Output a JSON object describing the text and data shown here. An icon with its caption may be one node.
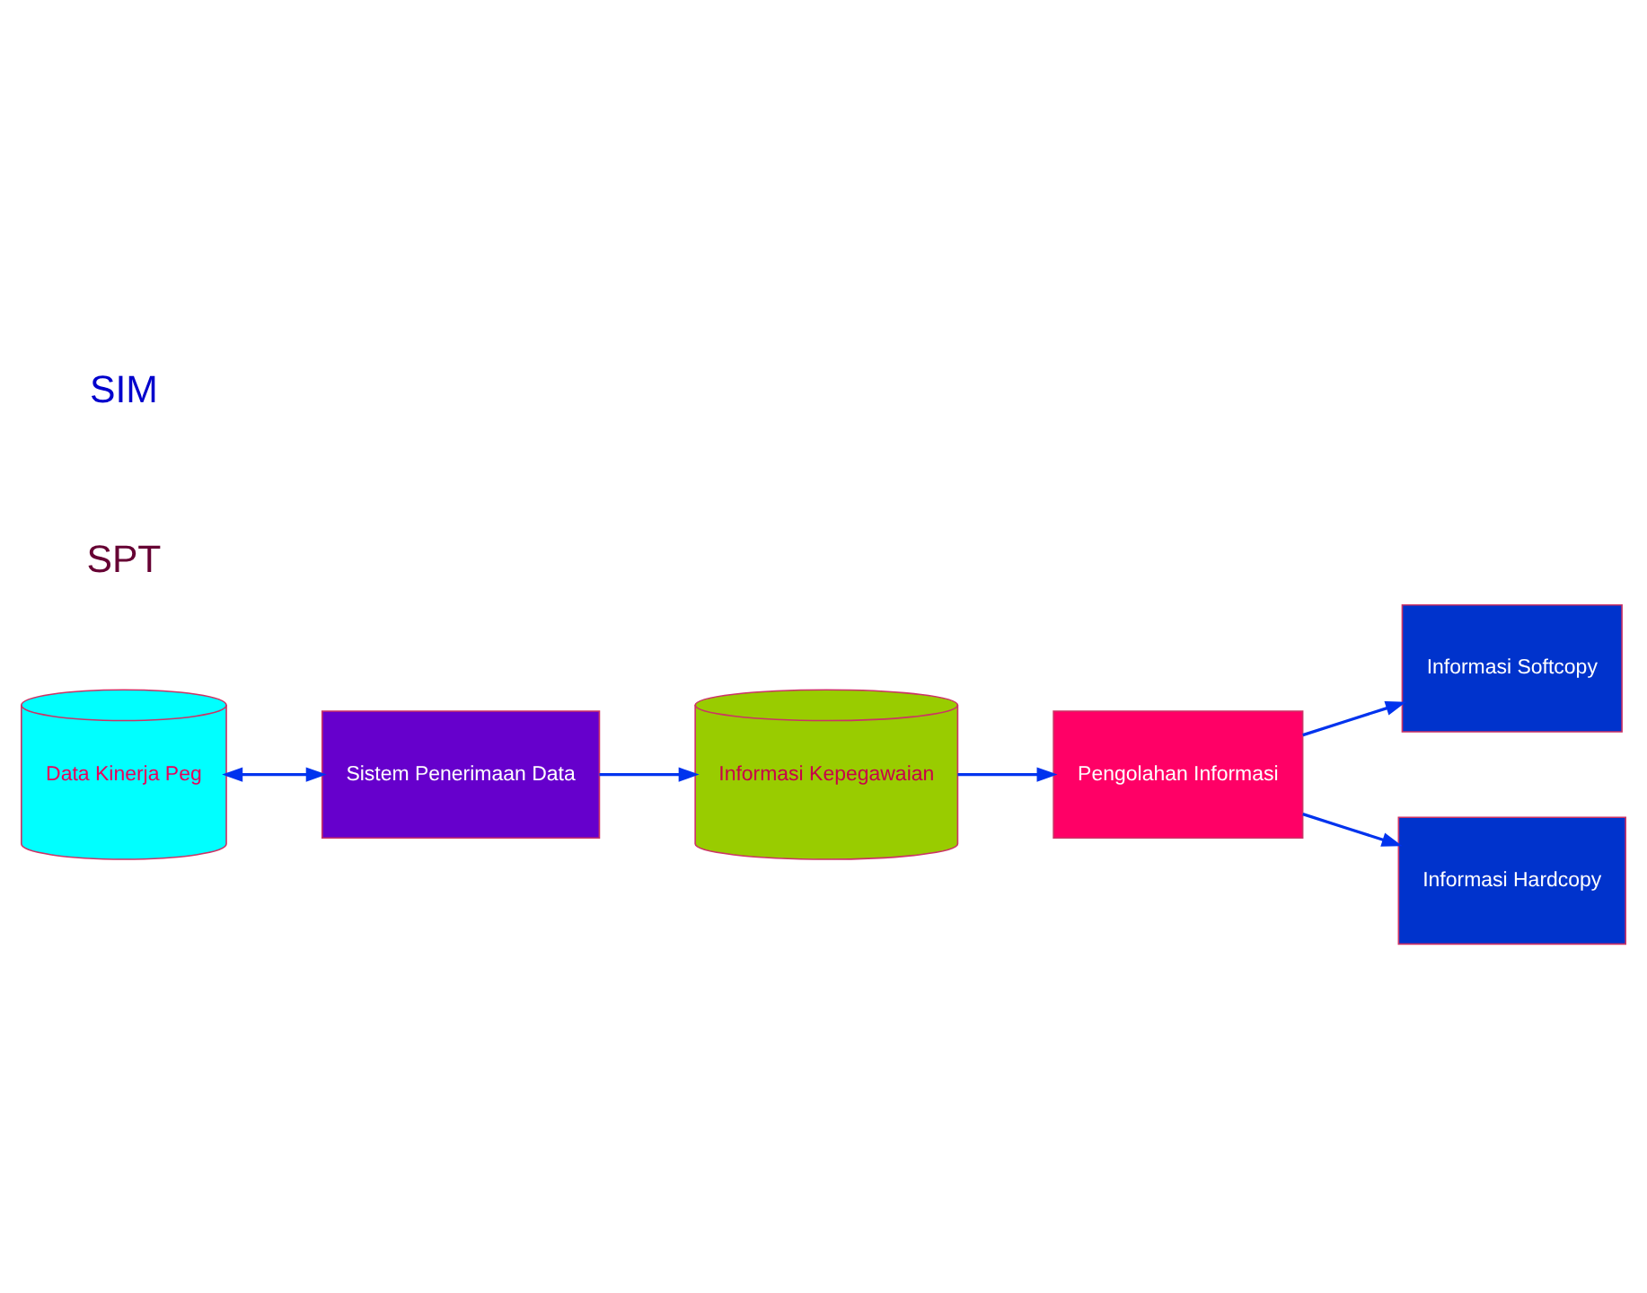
{
  "diagram": {
    "nodes": [
      {
        "text": [
          "Data Kinerja Peg"
        ]
      },
      {
        "text": [
          "Sistem Penerimaan Data"
        ]
      },
      {
        "text": [
          "Informasi Kepegawaian"
        ]
      },
      {
        "text": [
          "Pengolahan Informasi"
        ]
      },
      {
        "text": [
          "Informasi Softcopy"
        ]
      },
      {
        "text": [
          "Informasi Hardcopy"
        ]
      }
    ],
    "edges": [
      {
        "from": 0,
        "to": 1,
        "arrow": "both"
      },
      {
        "from": 1,
        "to": 2,
        "arrow": "to"
      },
      {
        "from": 2,
        "to": 3,
        "arrow": "to"
      },
      {
        "from": 3,
        "to": 4,
        "arrow": "to"
      },
      {
        "from": 3,
        "to": 5,
        "arrow": "to"
      }
    ],
    "labels": [
      "SPT",
      "SIM"
    ]
  }
}
